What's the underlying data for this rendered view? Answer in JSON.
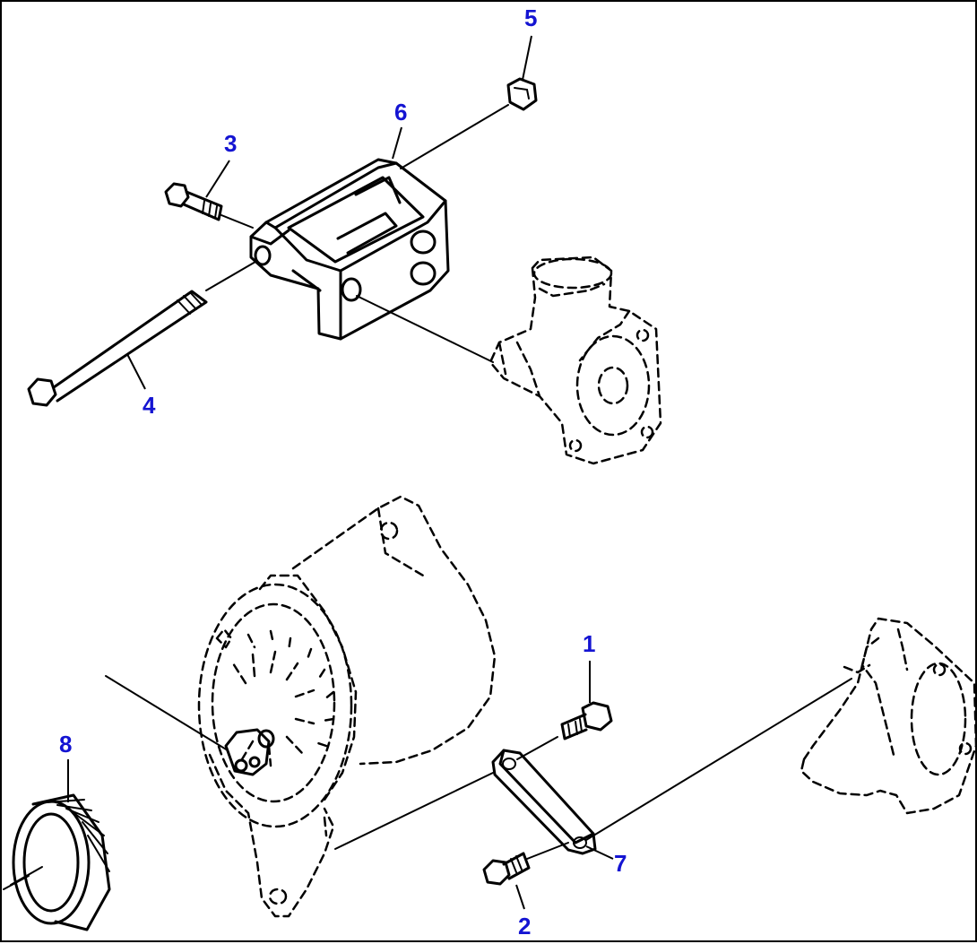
{
  "diagram": {
    "callouts": [
      {
        "id": "c1",
        "label": "1"
      },
      {
        "id": "c2",
        "label": "2"
      },
      {
        "id": "c3",
        "label": "3"
      },
      {
        "id": "c4",
        "label": "4"
      },
      {
        "id": "c5",
        "label": "5"
      },
      {
        "id": "c6",
        "label": "6"
      },
      {
        "id": "c7",
        "label": "7"
      },
      {
        "id": "c8",
        "label": "8"
      }
    ],
    "colors": {
      "callout": "#1414d2",
      "line": "#000000",
      "background": "#ffffff"
    }
  }
}
